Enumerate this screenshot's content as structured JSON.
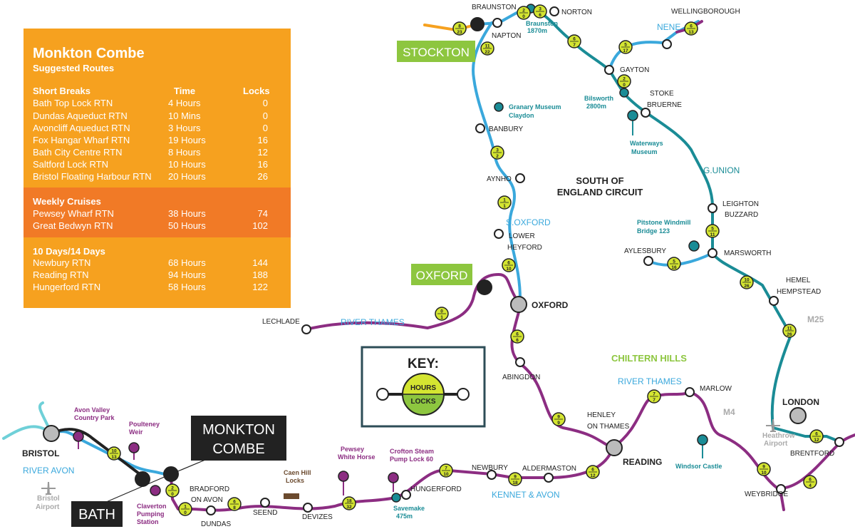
{
  "panel": {
    "title": "Monkton Combe",
    "subtitle": "Suggested Routes",
    "col_time": "Time",
    "col_locks": "Locks",
    "sections": [
      {
        "heading": "Short Breaks",
        "rows": [
          {
            "name": "Bath Top Lock RTN",
            "time": "4 Hours",
            "locks": "0"
          },
          {
            "name": "Dundas Aqueduct RTN",
            "time": "10 Mins",
            "locks": "0"
          },
          {
            "name": "Avoncliff Aqueduct RTN",
            "time": "3 Hours",
            "locks": "0"
          },
          {
            "name": "Fox Hangar Wharf RTN",
            "time": "19 Hours",
            "locks": "16"
          },
          {
            "name": "Bath City Centre RTN",
            "time": "8 Hours",
            "locks": "12"
          },
          {
            "name": "Saltford Lock RTN",
            "time": "10 Hours",
            "locks": "16"
          },
          {
            "name": "Bristol Floating Harbour RTN",
            "time": "20 Hours",
            "locks": "26"
          }
        ]
      },
      {
        "heading": "Weekly Cruises",
        "rows": [
          {
            "name": "Pewsey Wharf RTN",
            "time": "38 Hours",
            "locks": "74"
          },
          {
            "name": "Great Bedwyn RTN",
            "time": "50 Hours",
            "locks": "102"
          }
        ]
      },
      {
        "heading": "10 Days/14 Days",
        "rows": [
          {
            "name": "Newbury RTN",
            "time": "68 Hours",
            "locks": "144"
          },
          {
            "name": "Reading RTN",
            "time": "94 Hours",
            "locks": "188"
          },
          {
            "name": "Hungerford RTN",
            "time": "58 Hours",
            "locks": "122"
          }
        ]
      }
    ]
  },
  "key": {
    "title": "KEY:",
    "hours": "HOURS",
    "locks": "LOCKS"
  },
  "banners": {
    "stockton": "STOCKTON",
    "oxford": "OXFORD",
    "monkton_line1": "MONKTON",
    "monkton_line2": "COMBE",
    "bath": "BATH"
  },
  "region_labels": {
    "south_line1": "SOUTH OF",
    "south_line2": "ENGLAND CIRCUIT",
    "chiltern": "CHILTERN HILLS"
  },
  "waterways": {
    "nene": "NENE",
    "g_union": "G.UNION",
    "s_oxford": "S.OXFORD",
    "thames_upper": "RIVER THAMES",
    "thames_lower": "RIVER THAMES",
    "kennet": "KENNET & AVON",
    "avon": "RIVER AVON"
  },
  "roads": {
    "m25": "M25",
    "m4": "M4"
  },
  "places": {
    "braunston": "BRAUNSTON",
    "norton": "NORTON",
    "wellingborough": "WELLINGBOROUGH",
    "napton": "NAPTON",
    "gayton": "GAYTON",
    "stoke1": "STOKE",
    "stoke2": "BRUERNE",
    "banbury": "BANBURY",
    "aynho": "AYNHO",
    "leighton1": "LEIGHTON",
    "leighton2": "BUZZARD",
    "lower1": "LOWER",
    "lower2": "HEYFORD",
    "aylesbury": "AYLESBURY",
    "marsworth": "MARSWORTH",
    "hemel1": "HEMEL",
    "hemel2": "HEMPSTEAD",
    "oxford": "OXFORD",
    "lechlade": "LECHLADE",
    "abingdon": "ABINGDON",
    "marlow": "MARLOW",
    "henley1": "HENLEY",
    "henley2": "ON THAMES",
    "london": "LONDON",
    "brentford": "BRENTFORD",
    "reading": "READING",
    "newbury": "NEWBURY",
    "aldermaston": "ALDERMASTON",
    "hungerford": "HUNGERFORD",
    "weybridge": "WEYBRIDGE",
    "bristol": "BRISTOL",
    "bradford1": "BRADFORD",
    "bradford2": "ON AVON",
    "seend": "SEEND",
    "devizes": "DEVIZES",
    "dundas": "DUNDAS"
  },
  "pois": {
    "braunston_tunnel1": "Braunston",
    "braunston_tunnel2": "1870m",
    "granary1": "Granary Museum",
    "granary2": "Claydon",
    "bilsworth1": "Bilsworth",
    "bilsworth2": "2800m",
    "waterways1": "Waterways",
    "waterways2": "Museum",
    "pitstone1": "Pitstone Windmill",
    "pitstone2": "Bridge 123",
    "windsor": "Windsor Castle",
    "heathrow1": "Heathrow",
    "heathrow2": "Airport",
    "bristol_airport1": "Bristol",
    "bristol_airport2": "Airport",
    "avon_valley1": "Avon Valley",
    "avon_valley2": "Country Park",
    "poulteney1": "Poulteney",
    "poulteney2": "Weir",
    "claverton1": "Claverton",
    "claverton2": "Pumping",
    "claverton3": "Station",
    "caen1": "Caen Hill",
    "caen2": "Locks",
    "pewsey1": "Pewsey",
    "pewsey2": "White Horse",
    "crofton1": "Crofton Steam",
    "crofton2": "Pump Lock 60",
    "savemake1": "Savemake",
    "savemake2": "475m"
  },
  "badges": [
    {
      "h": "8",
      "l": "23"
    },
    {
      "h": "2",
      "l": "0"
    },
    {
      "h": "3",
      "l": "6"
    },
    {
      "h": "6",
      "l": "13"
    },
    {
      "h": "11",
      "l": "22"
    },
    {
      "h": "6",
      "l": "7"
    },
    {
      "h": "5",
      "l": "17"
    },
    {
      "h": "2",
      "l": "0"
    },
    {
      "h": "3",
      "l": "2"
    },
    {
      "h": "1",
      "l": "1"
    },
    {
      "h": "5",
      "l": "11"
    },
    {
      "h": "5",
      "l": "16"
    },
    {
      "h": "6",
      "l": "10"
    },
    {
      "h": "10",
      "l": "26"
    },
    {
      "h": "11",
      "l": "26"
    },
    {
      "h": "0",
      "l": "1"
    },
    {
      "h": "6",
      "l": "6"
    },
    {
      "h": "7",
      "l": "7"
    },
    {
      "h": "9",
      "l": "9"
    },
    {
      "h": "6",
      "l": "12"
    },
    {
      "h": "9",
      "l": "18"
    },
    {
      "h": "7",
      "l": "10"
    },
    {
      "h": "6",
      "l": "12"
    },
    {
      "h": "9",
      "l": "10"
    },
    {
      "h": "6",
      "l": "4"
    },
    {
      "h": "18",
      "l": "32"
    },
    {
      "h": "6",
      "l": "8"
    },
    {
      "h": "1",
      "l": "0"
    },
    {
      "h": "2",
      "l": "0"
    },
    {
      "h": "10",
      "l": "13"
    }
  ],
  "colors": {
    "blue_route": "#3aa8dc",
    "teal_route": "#1a8c96",
    "purple_route": "#8c2d82",
    "dark_route": "#222222",
    "light_teal": "#6fd0d8",
    "badge_fill": "#d4e531",
    "orange_panel": "#f6a11f",
    "orange_dark": "#f17a26",
    "green_banner": "#8dc63f",
    "chiltern_green": "#8dc63f"
  }
}
